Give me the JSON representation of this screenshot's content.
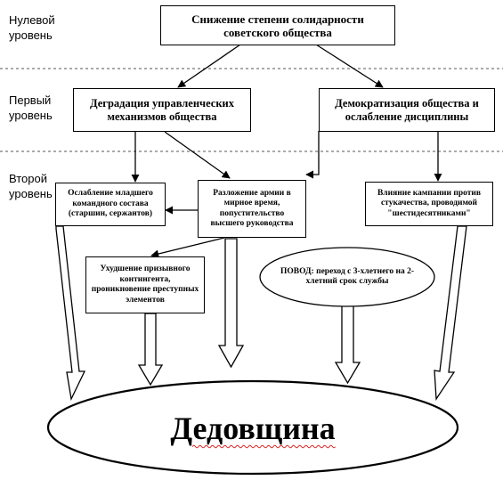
{
  "levels": {
    "zero": "Нулевой уровень",
    "first": "Первый уровень",
    "second": "Второй уровень"
  },
  "nodes": {
    "root": "Снижение степени солидарности советского общества",
    "degradation": "Деградация управленческих механизмов общества",
    "democratization": "Демократизация общества и ослабление дисциплины",
    "junior_command": "Ослабление младшего командного состава (старшин, сержантов)",
    "army_decay": "Разложение армии в мирное время, попустительство высшего руководства",
    "campaign": "Влияние кампании против стукачества, проводимой \"шестидесятниками\"",
    "contingent": "Ухудшение призывного контингента, проникновение преступных элементов",
    "reason": "ПОВОД: переход с 3-хлетнего на 2-хлетний срок службы",
    "result": "Дедовщина"
  },
  "colors": {
    "line": "#000000",
    "spellcheck": "#d22222",
    "divider": "#555555"
  }
}
